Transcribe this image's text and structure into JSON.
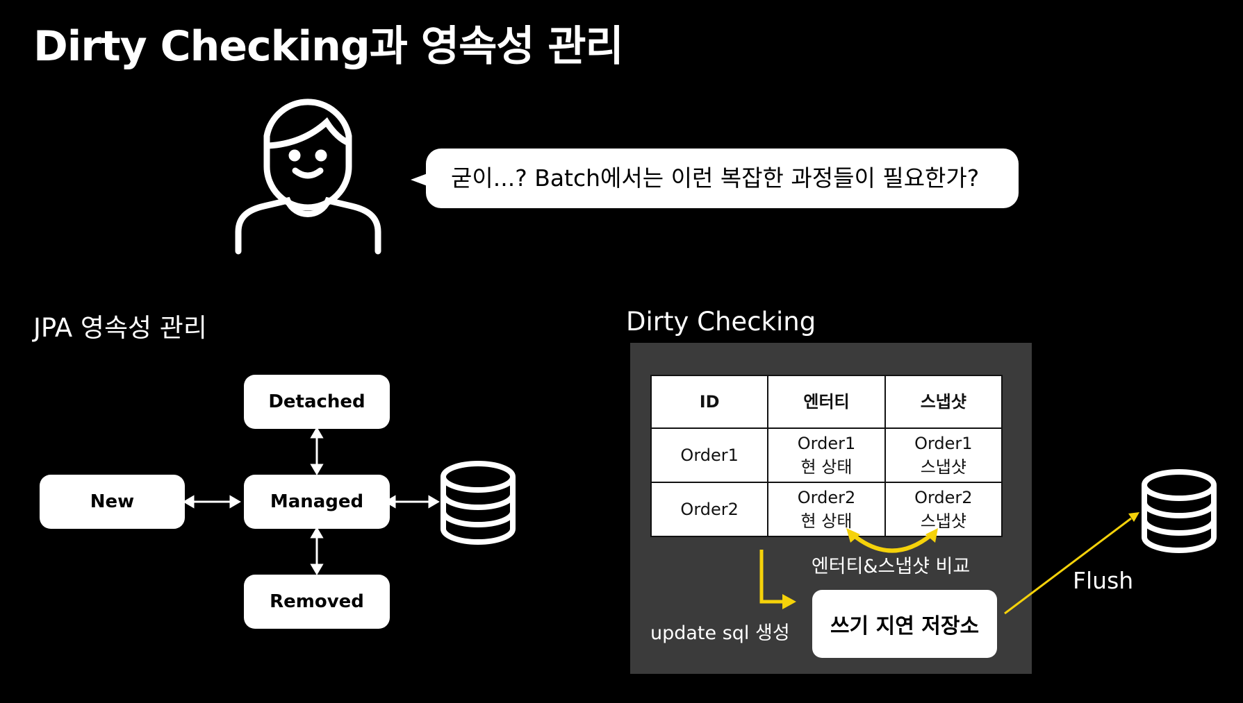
{
  "slide": {
    "title": "Dirty Checking과 영속성 관리"
  },
  "speech": {
    "text": "굳이...? Batch에서는 이런 복잡한 과정들이 필요한가?"
  },
  "jpa": {
    "heading": "JPA 영속성 관리",
    "states": {
      "detached": "Detached",
      "new": "New",
      "managed": "Managed",
      "removed": "Removed"
    }
  },
  "dirty": {
    "heading": "Dirty Checking",
    "table": {
      "headers": [
        "ID",
        "엔터티",
        "스냅샷"
      ],
      "rows": [
        {
          "id": "Order1",
          "entity_name": "Order1",
          "entity_state": "현 상태",
          "snap_name": "Order1",
          "snap_state": "스냅샷"
        },
        {
          "id": "Order2",
          "entity_name": "Order2",
          "entity_state": "현 상태",
          "snap_name": "Order2",
          "snap_state": "스냅샷"
        }
      ]
    },
    "compare_label": "엔터티&스냅샷 비교",
    "sql_label": "update sql 생성",
    "write_behind": "쓰기 지연 저장소",
    "flush_label": "Flush"
  },
  "colors": {
    "background": "#000000",
    "panel": "#3b3b3b",
    "accent": "#f5d20a",
    "box": "#ffffff"
  }
}
